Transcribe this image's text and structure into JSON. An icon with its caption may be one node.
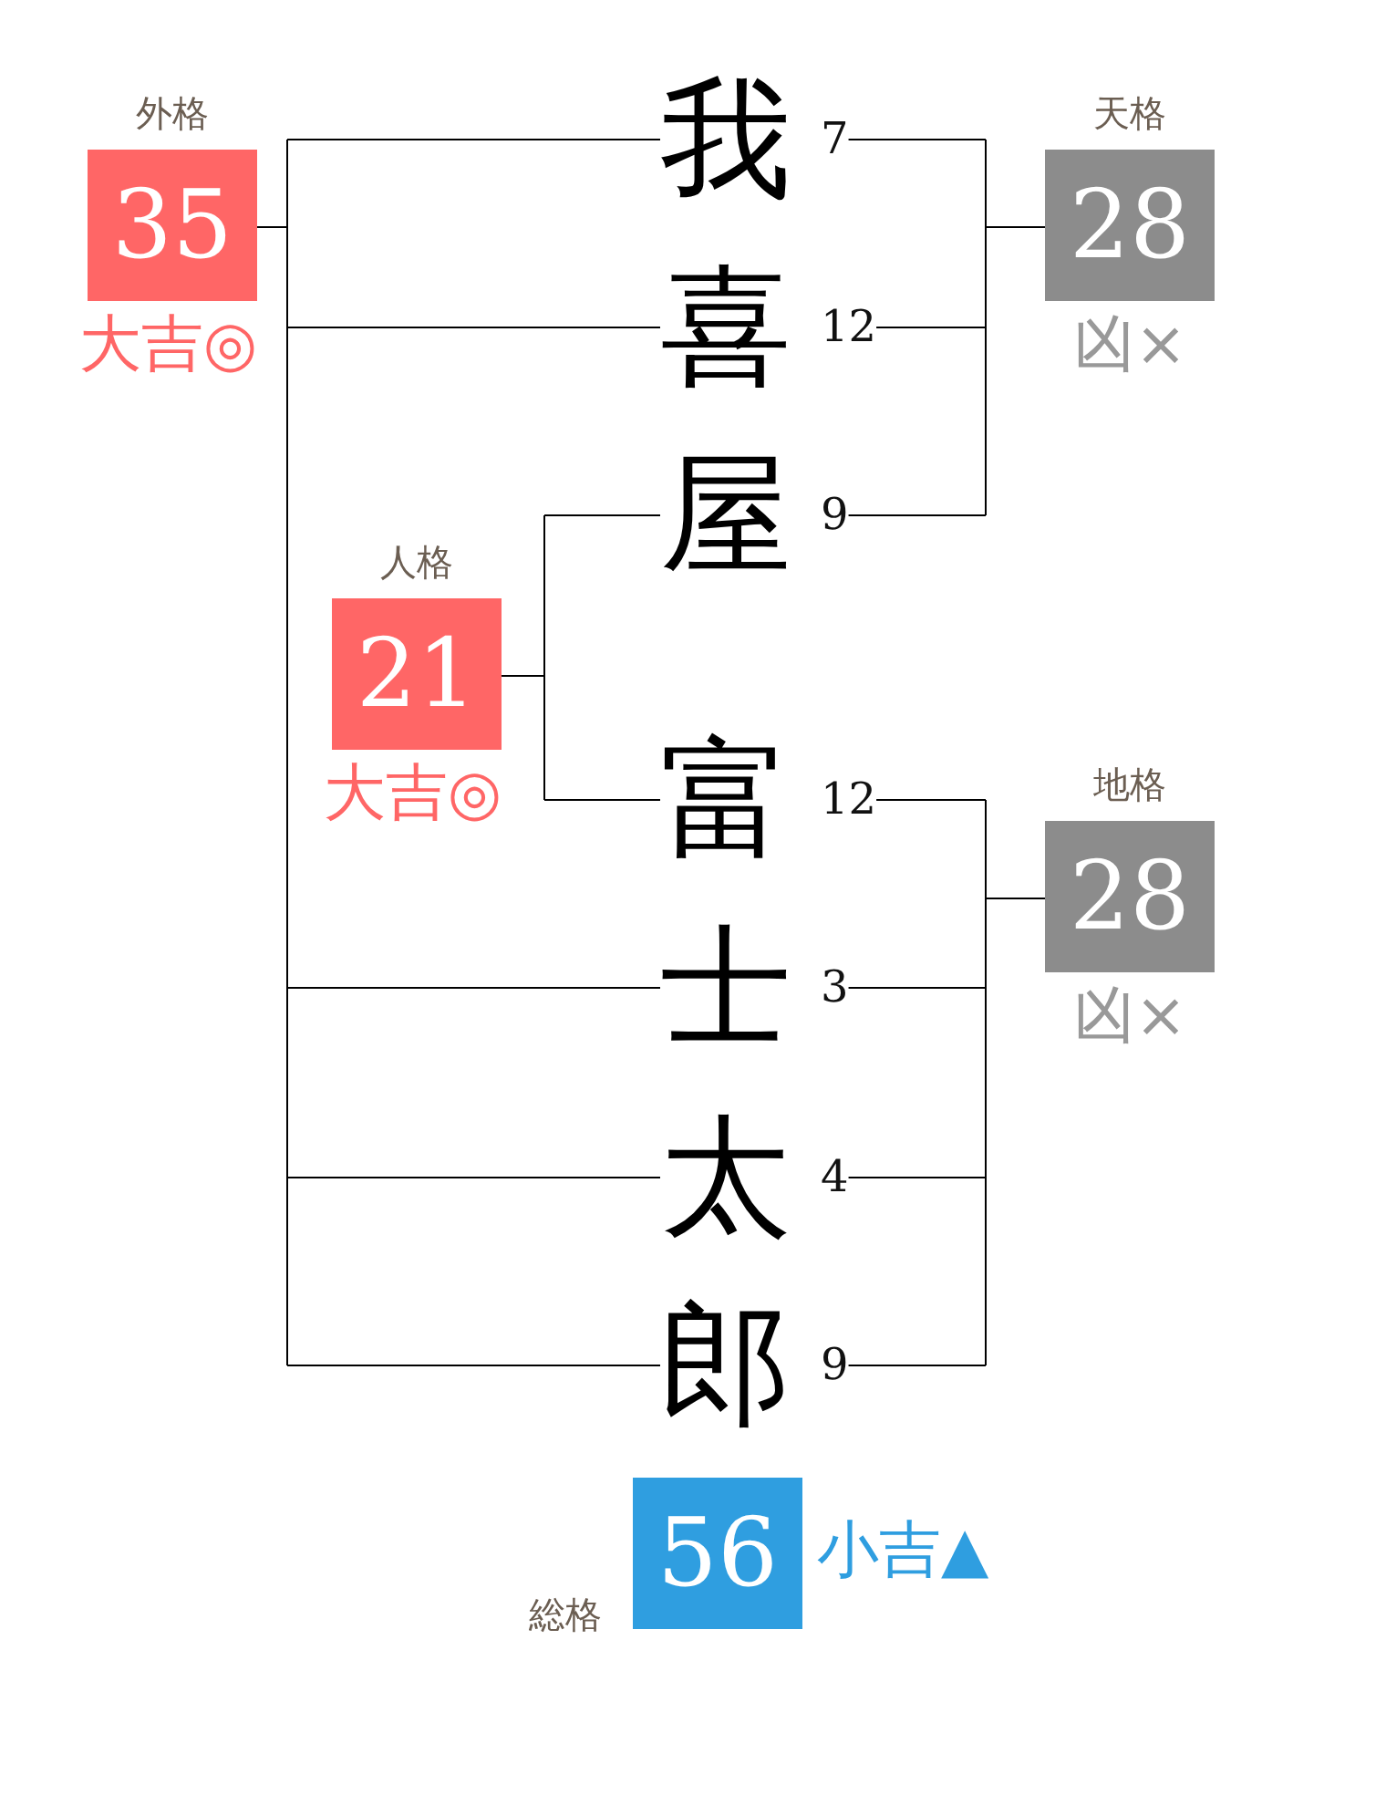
{
  "diagram": {
    "nodes": [
      {
        "text": [
          "外格",
          "35"
        ],
        "beside": [
          "大吉◎"
        ]
      },
      {
        "text": [
          "我"
        ],
        "beside": [
          "7"
        ]
      },
      {
        "text": [
          "天格",
          "28"
        ],
        "beside": [
          "凶×"
        ]
      },
      {
        "text": [
          "喜"
        ],
        "beside": [
          "12"
        ]
      },
      {
        "text": [
          "屋"
        ],
        "beside": [
          "9"
        ]
      },
      {
        "text": [
          "人格",
          "21"
        ],
        "beside": [
          "大吉◎"
        ]
      },
      {
        "text": [
          "富"
        ],
        "beside": [
          "12"
        ]
      },
      {
        "text": [
          "地格",
          "28"
        ],
        "beside": [
          "凶×"
        ]
      },
      {
        "text": [
          "士"
        ],
        "beside": [
          "3"
        ]
      },
      {
        "text": [
          "太"
        ],
        "beside": [
          "4"
        ]
      },
      {
        "text": [
          "郎"
        ],
        "beside": [
          "9"
        ]
      },
      {
        "text": [
          "総格",
          "56"
        ],
        "beside": [
          "小吉▲"
        ]
      }
    ],
    "edges": [
      {
        "from": 1,
        "to": 0,
        "arrow": "none"
      },
      {
        "from": 3,
        "to": 0,
        "arrow": "none"
      },
      {
        "from": 8,
        "to": 0,
        "arrow": "none"
      },
      {
        "from": 9,
        "to": 0,
        "arrow": "none"
      },
      {
        "from": 10,
        "to": 0,
        "arrow": "none"
      },
      {
        "from": 1,
        "to": 2,
        "arrow": "none"
      },
      {
        "from": 3,
        "to": 2,
        "arrow": "none"
      },
      {
        "from": 4,
        "to": 2,
        "arrow": "none"
      },
      {
        "from": 4,
        "to": 5,
        "arrow": "none"
      },
      {
        "from": 6,
        "to": 5,
        "arrow": "none"
      },
      {
        "from": 6,
        "to": 7,
        "arrow": "none"
      },
      {
        "from": 8,
        "to": 7,
        "arrow": "none"
      },
      {
        "from": 9,
        "to": 7,
        "arrow": "none"
      },
      {
        "from": 10,
        "to": 7,
        "arrow": "none"
      }
    ]
  }
}
